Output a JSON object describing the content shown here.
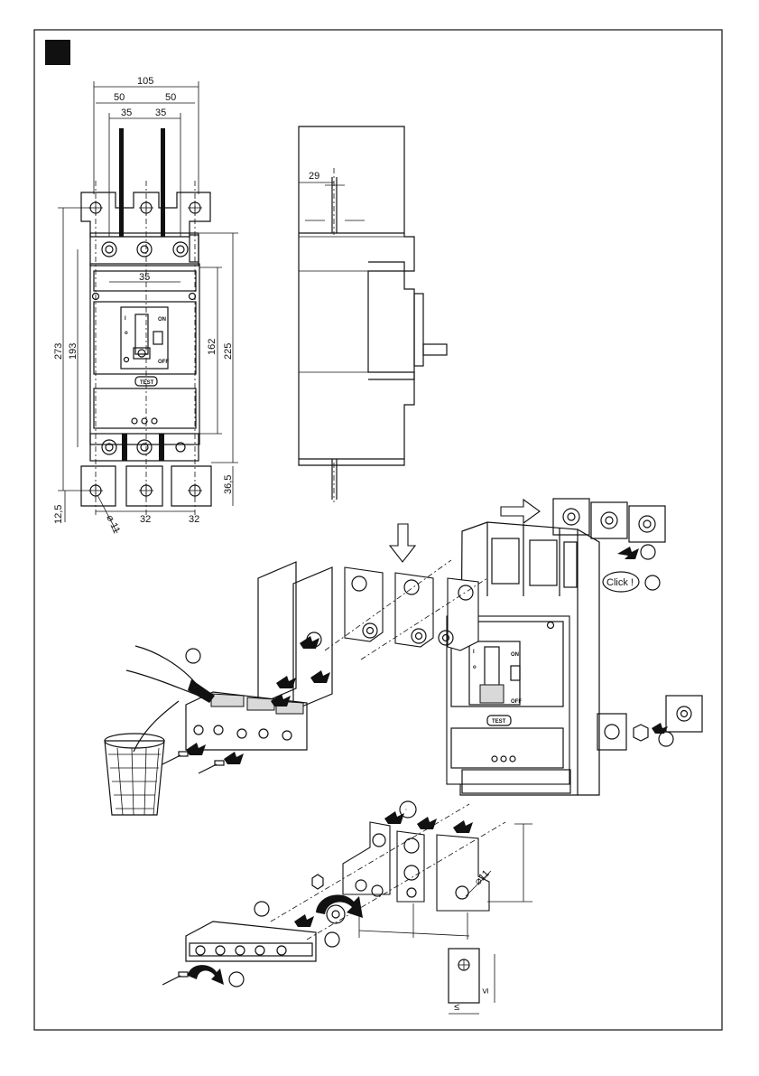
{
  "dimensions": {
    "width_105": "105",
    "width_50_left": "50",
    "width_50_right": "50",
    "width_35_left": "35",
    "width_35_right": "35",
    "width_35_mid": "35",
    "height_273": "273",
    "height_193": "193",
    "height_162": "162",
    "height_225": "225",
    "height_36_5": "36,5",
    "height_12_5": "12,5",
    "pitch_32_left": "32",
    "pitch_32_right": "32",
    "hole_dia_front": "⌀ 11",
    "side_depth_29": "29",
    "hole_dia_bar": "⌀11",
    "limit_le_bottom": "≤",
    "limit_le_side": "≤"
  },
  "device_labels": {
    "on_front": "ON",
    "off_front": "OFF",
    "test_front": "TEST",
    "on_iso": "ON",
    "off_iso": "OFF",
    "test_iso": "TEST",
    "mark_i_front": "I",
    "mark_o_front": "o",
    "mark_i_iso": "I",
    "mark_o_iso": "o"
  },
  "callouts": {
    "click_text": "Click !"
  },
  "colors": {
    "ink": "#111111",
    "paper": "#ffffff",
    "shade": "#d9d9d9"
  }
}
